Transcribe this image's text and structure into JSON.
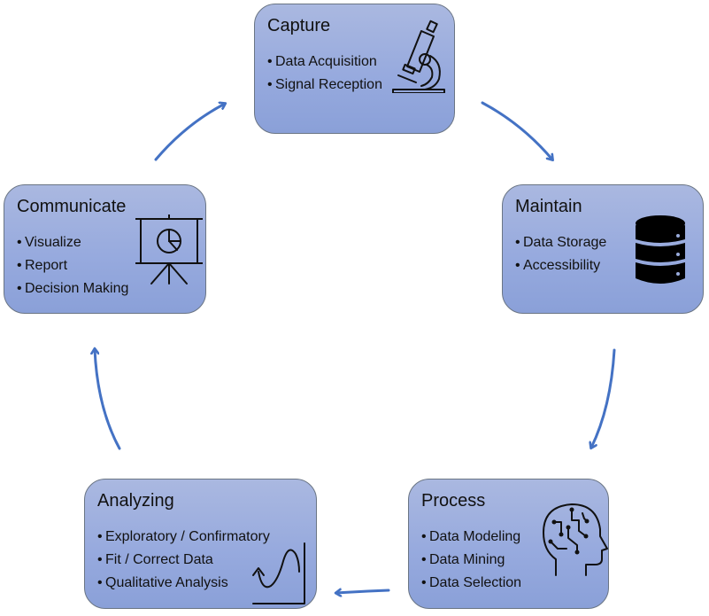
{
  "diagram": {
    "type": "cycle",
    "accent_color": "#4472c4",
    "box_fill_top": "#aab8e0",
    "box_fill_bottom": "#8aa0d8",
    "box_border": "#6a7584",
    "stages": [
      {
        "id": "capture",
        "title": "Capture",
        "icon": "microscope-icon",
        "bullets": [
          "Data Acquisition",
          "Signal Reception"
        ]
      },
      {
        "id": "maintain",
        "title": "Maintain",
        "icon": "database-icon",
        "bullets": [
          "Data Storage",
          "Accessibility"
        ]
      },
      {
        "id": "process",
        "title": "Process",
        "icon": "ai-head-icon",
        "bullets": [
          "Data Modeling",
          "Data Mining",
          "Data Selection"
        ]
      },
      {
        "id": "analyzing",
        "title": "Analyzing",
        "icon": "curve-chart-icon",
        "bullets": [
          "Exploratory / Confirmatory",
          "Fit / Correct Data",
          "Qualitative Analysis"
        ]
      },
      {
        "id": "communicate",
        "title": "Communicate",
        "icon": "presentation-board-icon",
        "bullets": [
          "Visualize",
          "Report",
          "Decision Making"
        ]
      }
    ],
    "flow": [
      {
        "from": "Capture",
        "to": "Maintain"
      },
      {
        "from": "Maintain",
        "to": "Process"
      },
      {
        "from": "Process",
        "to": "Analyzing"
      },
      {
        "from": "Analyzing",
        "to": "Communicate"
      },
      {
        "from": "Communicate",
        "to": "Capture"
      }
    ],
    "bullet_char": "•"
  }
}
